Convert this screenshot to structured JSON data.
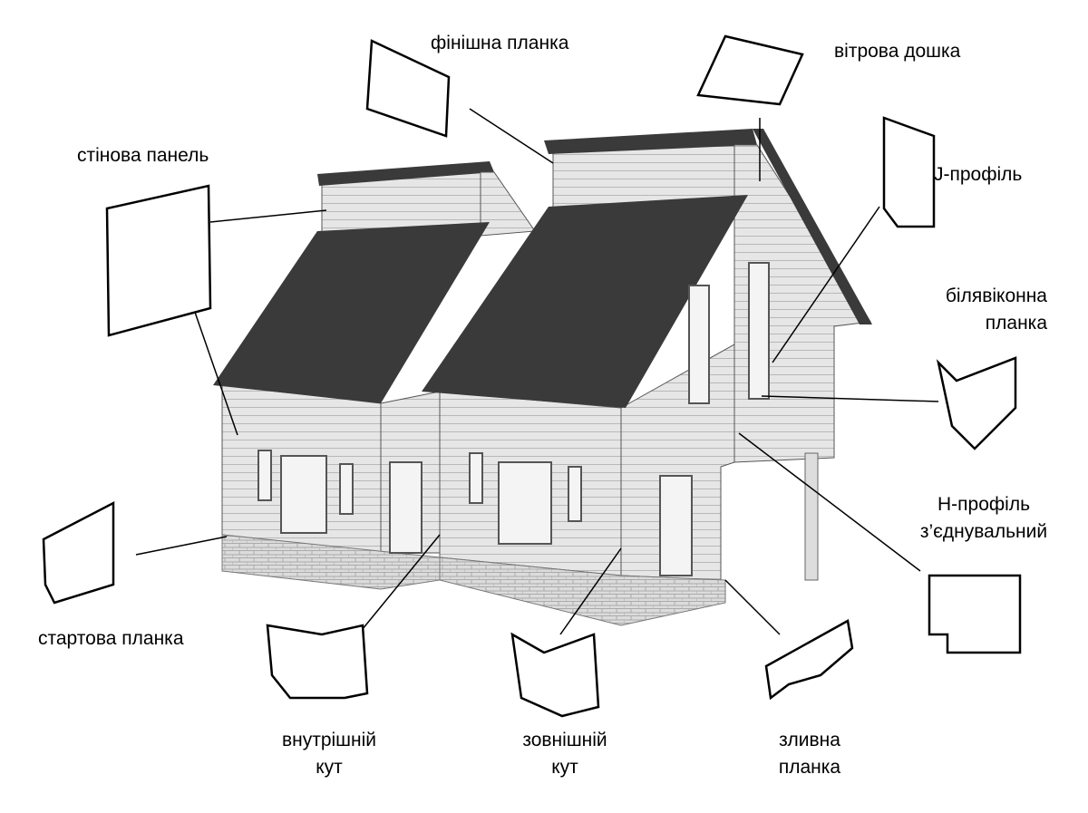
{
  "labels": {
    "wall_panel": "стінова панель",
    "finish_strip": "фінішна планка",
    "wind_board": "вітрова дошка",
    "j_profile": "J-профіль",
    "window_strip": [
      "білявіконна",
      "планка"
    ],
    "h_profile": [
      "Н-профіль",
      "з’єднувальний"
    ],
    "starter_strip": "стартова планка",
    "inner_corner": [
      "внутрішній",
      "кут"
    ],
    "outer_corner": [
      "зовнішній",
      "кут"
    ],
    "drain_strip": [
      "зливна",
      "планка"
    ]
  },
  "colors": {
    "roof": "#3a3a3a",
    "wall": "#e4e4e4",
    "line": "#000000",
    "plinth": "#d0d0d0"
  }
}
